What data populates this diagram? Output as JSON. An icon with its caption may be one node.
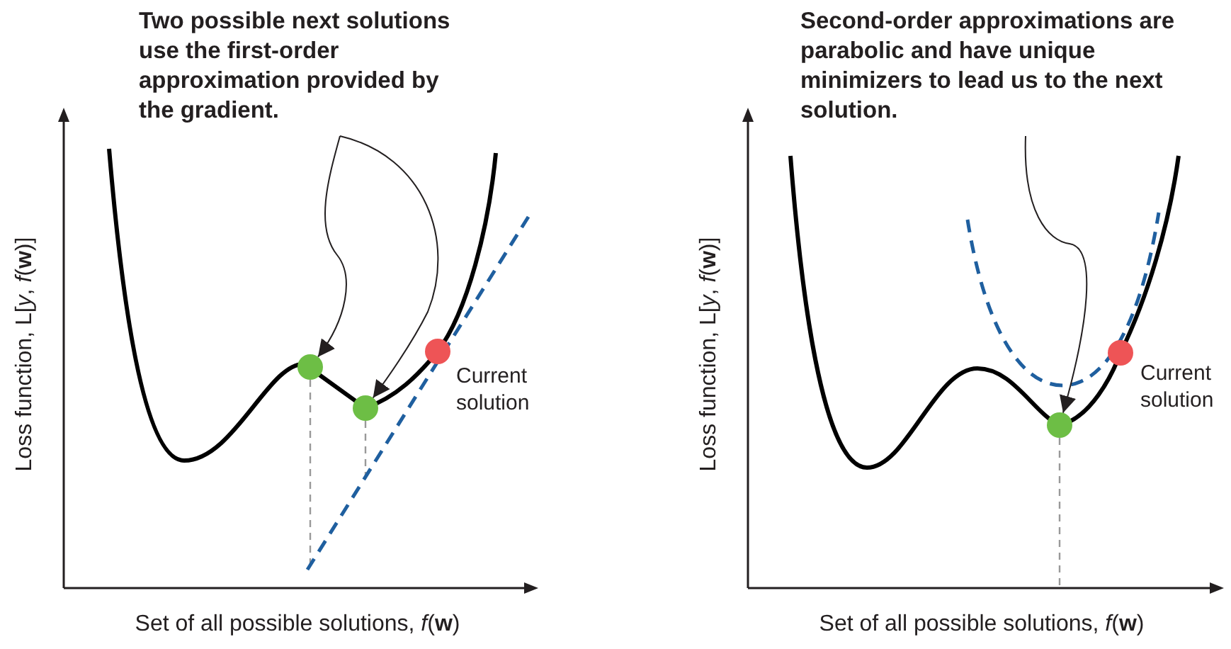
{
  "diagram": {
    "nodes": [
      {
        "text": [
          "Two possible next solutions use the first-order approximation provided by the gradient."
        ]
      },
      {
        "text": [],
        "shape": "circle"
      },
      {
        "text": [],
        "shape": "circle"
      },
      {
        "text": [],
        "shape": "circle",
        "beside": [
          "Current solution"
        ]
      },
      {
        "text": [
          "Second-order approximations are parabolic and have unique minimizers to lead us to the next solution."
        ]
      },
      {
        "text": [],
        "shape": "circle"
      },
      {
        "text": [],
        "shape": "circle",
        "beside": [
          "Current solution"
        ]
      }
    ],
    "edges": [
      {
        "from": 0,
        "to": 1,
        "arrow": "to"
      },
      {
        "from": 0,
        "to": 2,
        "arrow": "to"
      },
      {
        "from": 4,
        "to": 5,
        "arrow": "to"
      }
    ],
    "labels": [
      "Loss function, L[*y*, *f*(**w**)]",
      "Set of all possible solutions, *f*(**w**)",
      "Loss function, L[*y*, *f*(**w**)]",
      "Set of all possible solutions, *f*(**w**)"
    ]
  }
}
